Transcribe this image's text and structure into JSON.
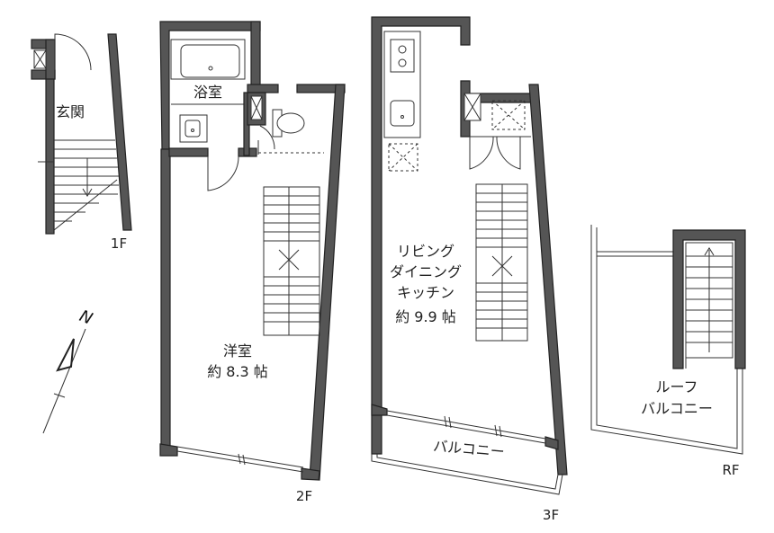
{
  "floors": {
    "f1": {
      "floor_label": "1F",
      "rooms": {
        "entrance": "玄関"
      }
    },
    "f2": {
      "floor_label": "2F",
      "rooms": {
        "bathroom": "浴室",
        "western_room": "洋室",
        "western_room_size": "約 8.3 帖"
      }
    },
    "f3": {
      "floor_label": "3F",
      "rooms": {
        "ldk_line1": "リビング",
        "ldk_line2": "ダイニング",
        "ldk_line3": "キッチン",
        "ldk_size": "約 9.9 帖",
        "balcony": "バルコニー"
      }
    },
    "rf": {
      "floor_label": "RF",
      "rooms": {
        "roof_balcony_line1": "ルーフ",
        "roof_balcony_line2": "バルコニー"
      }
    }
  },
  "compass": {
    "north_label": "N"
  },
  "colors": {
    "wall_fill": "#555555",
    "line": "#333333",
    "background": "#ffffff"
  }
}
